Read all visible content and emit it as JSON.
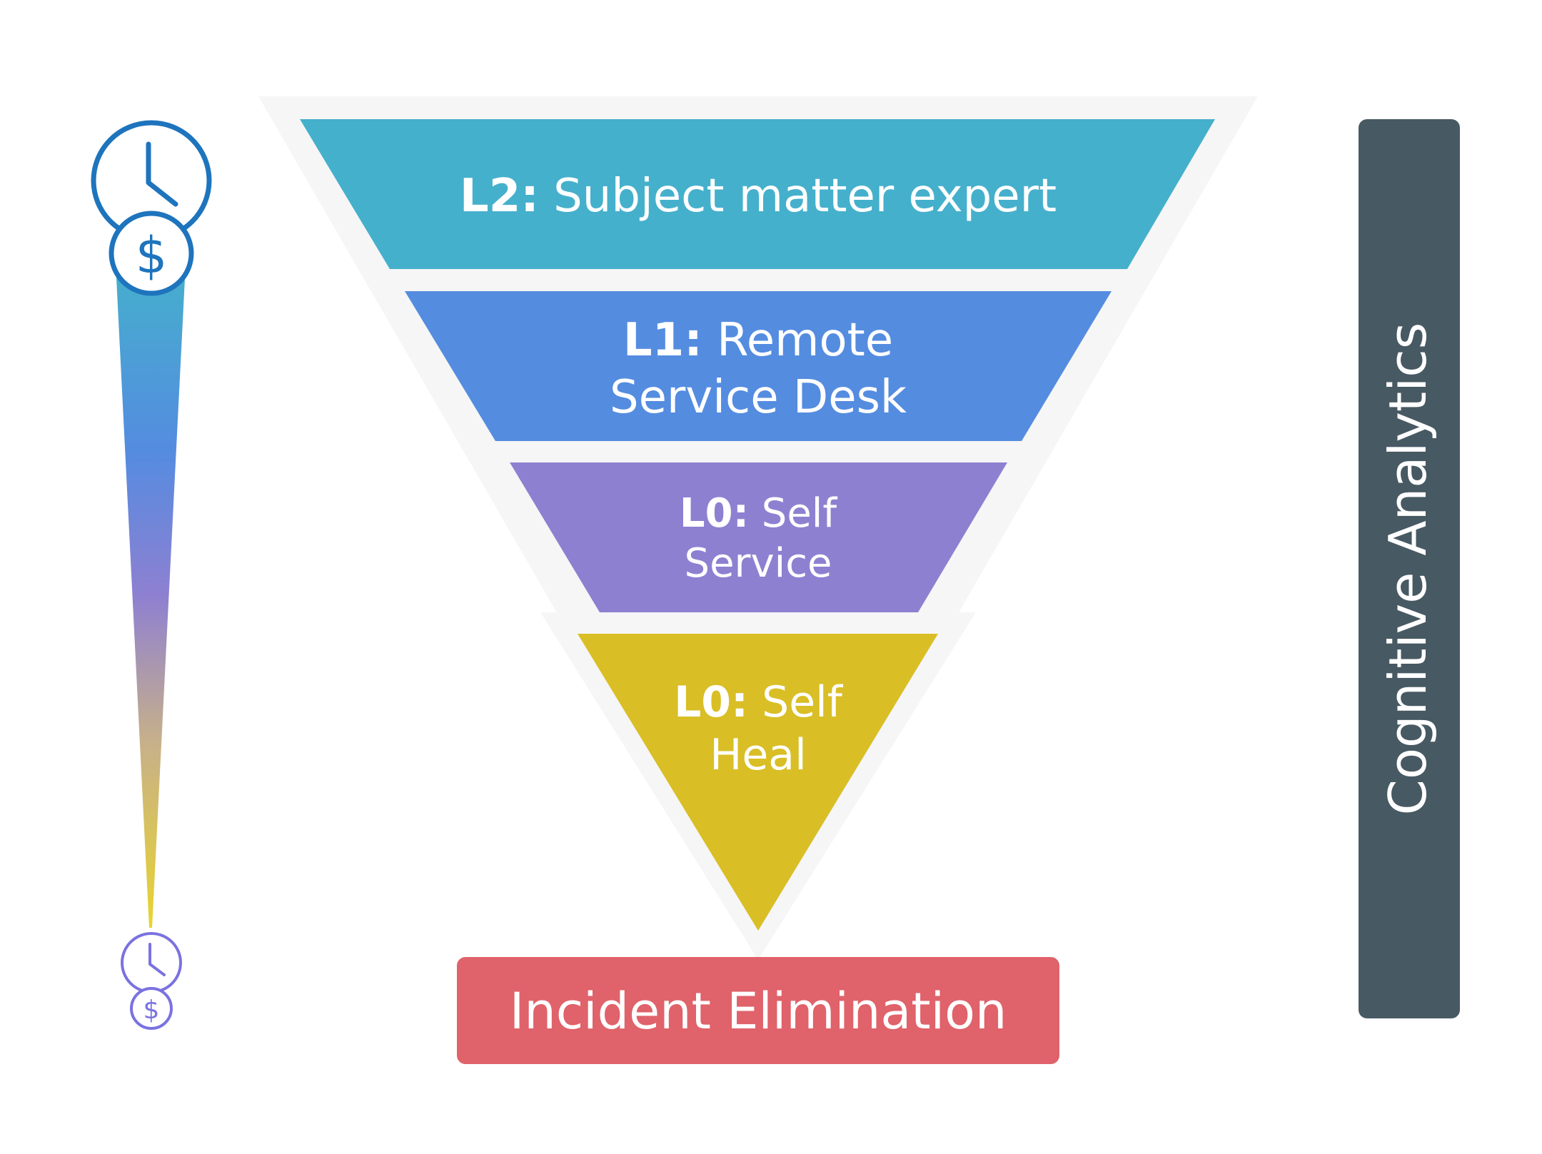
{
  "tiers": [
    {
      "code": "L2:",
      "lines": [
        "Subject matter expert"
      ]
    },
    {
      "code": "L1:",
      "lines": [
        "Remote",
        "Service Desk"
      ]
    },
    {
      "code": "L0:",
      "lines": [
        "Self",
        "Service"
      ]
    },
    {
      "code": "L0:",
      "lines": [
        "Self",
        "Heal"
      ]
    }
  ],
  "bottom_label": "Incident Elimination",
  "side_label": "Cognitive Analytics",
  "icons": {
    "top_clock": "clock-icon",
    "top_coin": "dollar-coin-icon",
    "bottom_clock": "clock-icon",
    "bottom_coin": "dollar-coin-icon",
    "currency_symbol": "$"
  },
  "colors": {
    "tier_l2": "#45B0CC",
    "tier_l1": "#548CE0",
    "tier_l0_service": "#8E80D1",
    "tier_l0_heal": "#D9BE26",
    "bottom_label_bg": "#E0626A",
    "side_label_bg": "#475963",
    "icon_top": "#1E74BD",
    "icon_bottom": "#7A72E0"
  }
}
